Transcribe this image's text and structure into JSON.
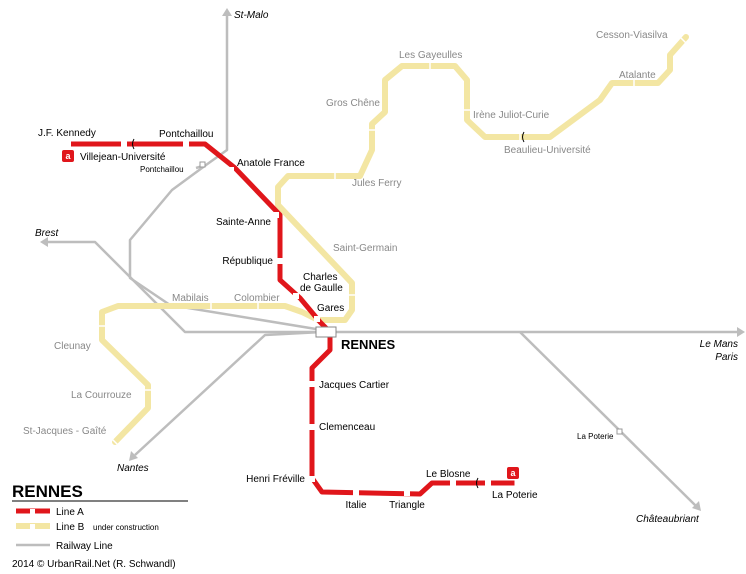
{
  "colors": {
    "line_a": "#e0161b",
    "line_b": "#f3e6a3",
    "rail": "#bdbdbd",
    "station_fill": "#ffffff"
  },
  "city_label": "RENNES",
  "line_a_stations": [
    "J.F. Kennedy",
    "Villejean-Université",
    "Pontchaillou",
    "Anatole France",
    "Sainte-Anne",
    "République",
    "Charles de Gaulle",
    "Gares",
    "Jacques Cartier",
    "Clemenceau",
    "Henri Fréville",
    "Italie",
    "Triangle",
    "Le Blosne",
    "La Poterie"
  ],
  "line_b_stations": [
    "St-Jacques - Gaîté",
    "La Courrouze",
    "Cleunay",
    "Mabilais",
    "Colombier",
    "Saint-Germain",
    "Jules Ferry",
    "Gros Chêne",
    "Les Gayeulles",
    "Irène Juliot-Curie",
    "Beaulieu-Université",
    "Atalante",
    "Cesson-Viasilva"
  ],
  "rail_destinations": [
    "St-Malo",
    "Brest",
    "Nantes",
    "Le Mans",
    "Paris",
    "Châteaubriant"
  ],
  "rail_stations": [
    "Pontchaillou",
    "La Poterie"
  ],
  "terminus_badge": "a",
  "legend": {
    "title": "RENNES",
    "line_a": "Line A",
    "line_b": "Line B",
    "line_b_note": "under construction",
    "railway": "Railway Line"
  },
  "copyright": "2014 © UrbanRail.Net (R. Schwandl)"
}
